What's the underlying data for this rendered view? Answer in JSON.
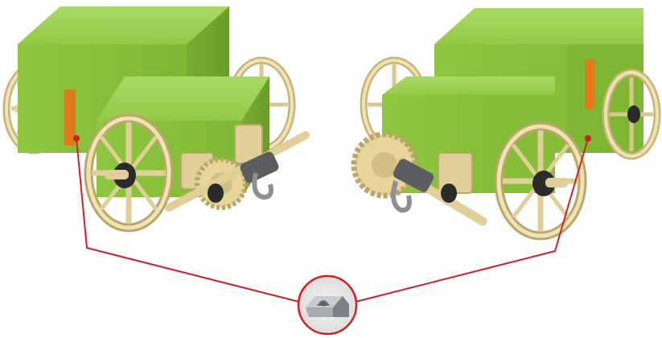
{
  "diagram": {
    "colors": {
      "body_light": "#9fd05a",
      "body_mid": "#8cc63f",
      "body_dark": "#6ea02c",
      "wheel": "#e6d9a6",
      "wheel_dark": "#b9a66a",
      "axle": "#e0cf98",
      "gear": "#e8d59a",
      "hub": "#2b2b2b",
      "part_metal": "#8c8f93",
      "marker_orange": "#e07a1a",
      "callout_red": "#d11f26"
    },
    "models": [
      {
        "name": "left-vehicle",
        "orientation": "front-right"
      },
      {
        "name": "right-vehicle",
        "orientation": "front-left"
      }
    ],
    "callout": {
      "part_icon": "mount-bracket-icon",
      "targets": [
        "left-vehicle-marker",
        "right-vehicle-marker"
      ]
    }
  }
}
